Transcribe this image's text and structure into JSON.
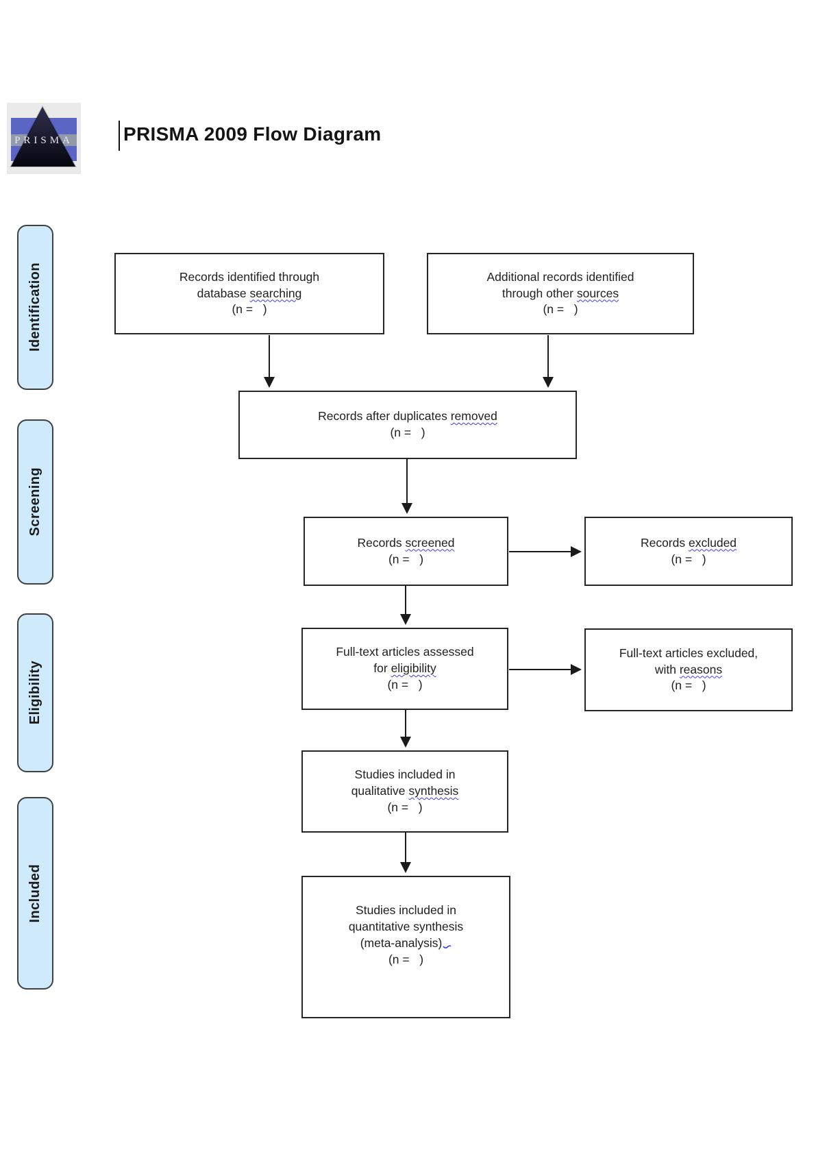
{
  "header": {
    "title": "PRISMA 2009 Flow Diagram",
    "logo_text": "PRISMA"
  },
  "sidebar": {
    "stages": [
      {
        "id": "identification",
        "label": "Identification"
      },
      {
        "id": "screening",
        "label": "Screening"
      },
      {
        "id": "eligibility",
        "label": "Eligibility"
      },
      {
        "id": "included",
        "label": "Included"
      }
    ]
  },
  "flow": {
    "identified": {
      "line1": "Records identified through",
      "line2_prefix": "database ",
      "line2_squiggle": "searching",
      "n": "(n =   )"
    },
    "additional": {
      "line1": "Additional records identified",
      "line2_prefix": "through other ",
      "line2_squiggle": "sources",
      "n": "(n =   )"
    },
    "deduplicated": {
      "line1_prefix": "Records after duplicates ",
      "line1_squiggle": "removed",
      "n": "(n =   )"
    },
    "screened": {
      "line1_prefix": "Records ",
      "line1_squiggle": "screened",
      "n": "(n =   )"
    },
    "records_excluded": {
      "line1_prefix": "Records ",
      "line1_squiggle": "excluded",
      "n": "(n =   )"
    },
    "fulltext_assessed": {
      "line1": "Full-text articles assessed",
      "line2_prefix": "for ",
      "line2_squiggle": "eligibility",
      "n": "(n =   )"
    },
    "fulltext_excluded": {
      "line1": "Full-text articles excluded,",
      "line2_prefix": "with ",
      "line2_squiggle": "reasons",
      "n": "(n =   )"
    },
    "qualitative": {
      "line1": "Studies included in",
      "line2_prefix": "qualitative ",
      "line2_squiggle": "synthesis",
      "n": "(n =   )"
    },
    "quantitative": {
      "line1": "Studies included in",
      "line2": "quantitative synthesis",
      "line3": "(meta-analysis)",
      "n": "(n =   )"
    }
  },
  "colors": {
    "stage_fill": "#cfeafa",
    "stage_border": "#404040",
    "box_border": "#262626",
    "arrow": "#1a1a1a",
    "squiggle_underline": "#3b3bf0",
    "logo_blue": "#5b65c4",
    "logo_triangle": "#12122a"
  }
}
